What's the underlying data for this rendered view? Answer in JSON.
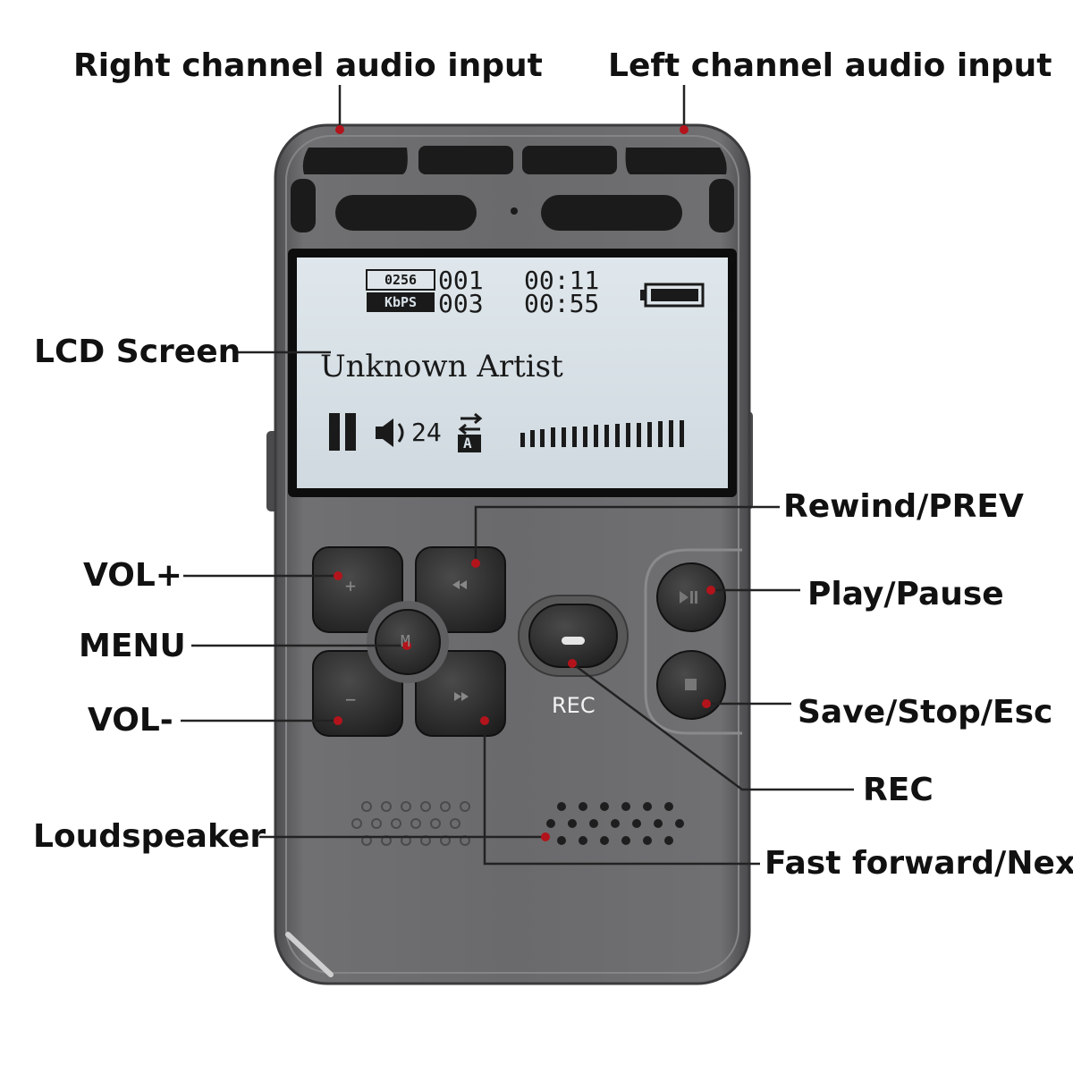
{
  "labels": {
    "right_input": "Right channel audio input",
    "left_input": "Left channel audio input",
    "lcd_screen": "LCD Screen",
    "rewind": "Rewind/PREV",
    "vol_plus": "VOL+",
    "menu": "MENU",
    "vol_minus": "VOL-",
    "play_pause": "Play/Pause",
    "save_stop": "Save/Stop/Esc",
    "rec": "REC",
    "loudspeaker": "Loudspeaker",
    "fast_forward": "Fast forward/Next"
  },
  "lcd": {
    "bitrate_value": "0256",
    "bitrate_unit": "KbPS",
    "track_current": "001",
    "track_total": "003",
    "time_elapsed": "00:11",
    "time_total": "00:55",
    "artist": "Unknown Artist",
    "volume": "24",
    "repeat_mode": "A"
  },
  "device": {
    "rec_button_label": "REC",
    "menu_key_label": "M",
    "vol_plus_key": "+",
    "vol_minus_key": "−"
  },
  "colors": {
    "body": "#6b6b6d",
    "lcd_background": "#d7e0e6",
    "button": "#2a2a2a",
    "callout_dot": "#b3141b"
  }
}
